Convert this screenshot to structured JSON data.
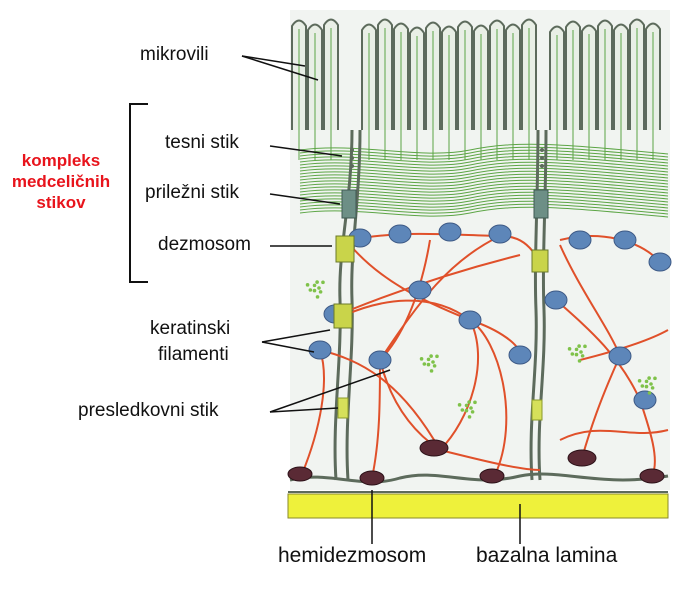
{
  "labels": {
    "microvilli": "mikrovili",
    "tight_junction": "tesni stik",
    "adherens_junction": "priležni stik",
    "desmosome": "dezmosom",
    "keratin_line1": "keratinski",
    "keratin_line2": "filamenti",
    "gap_junction": "presledkovni stik",
    "hemidesmosome": "hemidezmosom",
    "basal_lamina": "bazalna lamina"
  },
  "complex": {
    "line1": "kompleks",
    "line2": "medceličnih",
    "line3": "stikov",
    "color": "#e8141c"
  },
  "colors": {
    "membrane": "#5d6b5c",
    "membrane_fill": "#dfe8dc",
    "cytoplasm": "#eef2ee",
    "actin_green": "#5ca545",
    "keratin_red": "#e0502a",
    "desmosome_blue": "#5d86b9",
    "gap_yellow": "#c8d84a",
    "lamina_yellow": "#eef13b",
    "hemidesmosome_dark": "#5a2a35"
  }
}
